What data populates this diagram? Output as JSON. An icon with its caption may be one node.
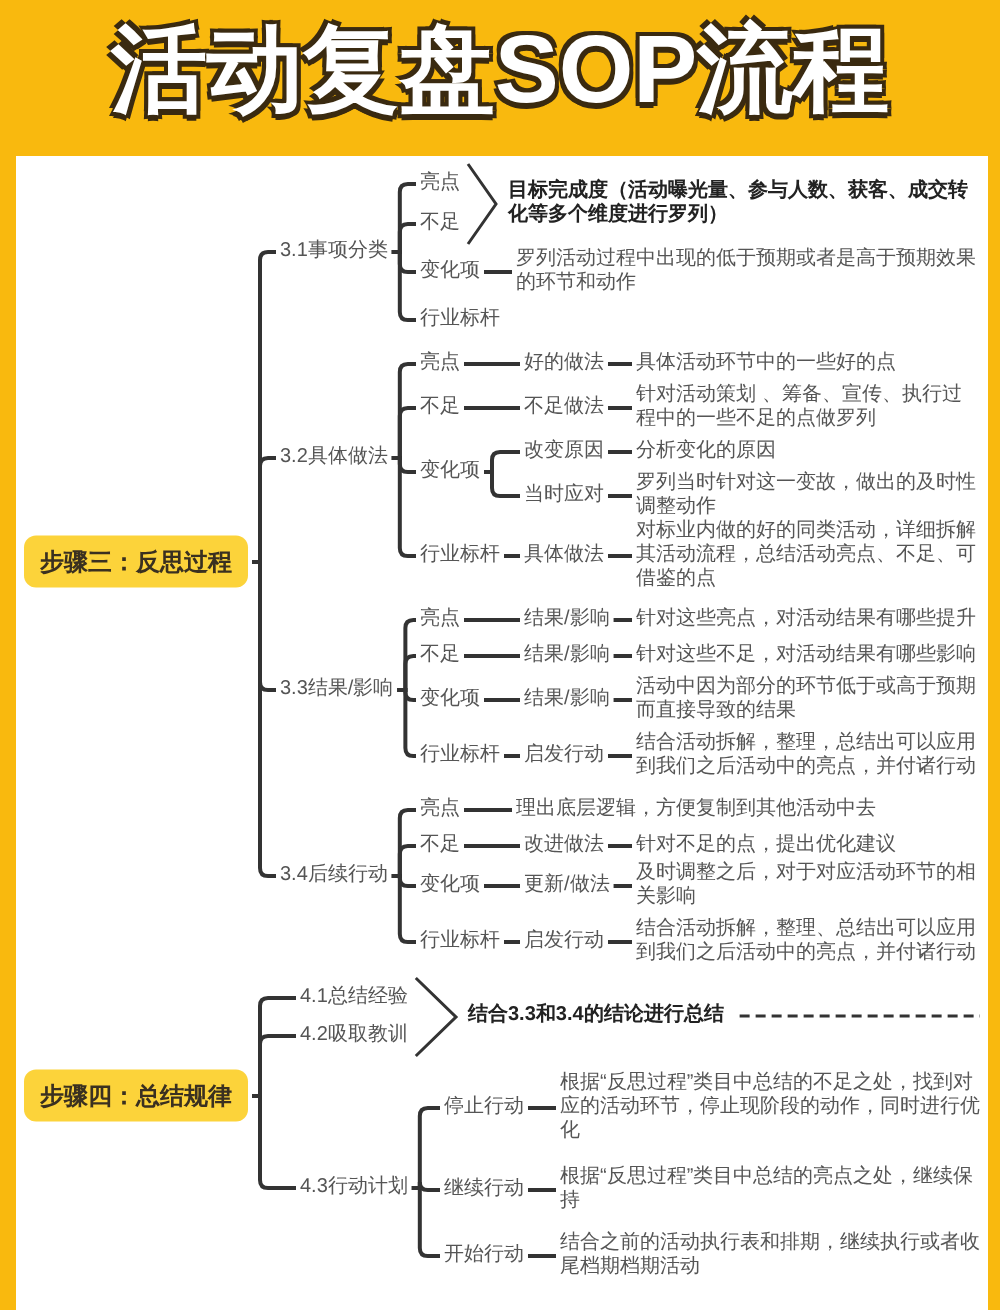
{
  "diagram": {
    "title": "活动复盘SOP流程",
    "nodes": [
      {
        "text": [
          "步骤三：反思过程"
        ]
      },
      {
        "text": [
          "3.1事项分类"
        ]
      },
      {
        "text": [
          "亮点"
        ]
      },
      {
        "text": [
          "不足"
        ]
      },
      {
        "text": [
          "目标完成度（活动曝光量、参与人数、获客、成交转化等多个维度进行罗列）"
        ]
      },
      {
        "text": [
          "变化项"
        ]
      },
      {
        "text": [
          "罗列活动过程中出现的低于预期或者是高于预期效果的环节和动作"
        ]
      },
      {
        "text": [
          "行业标杆"
        ]
      },
      {
        "text": [
          "3.2具体做法"
        ]
      },
      {
        "text": [
          "亮点"
        ]
      },
      {
        "text": [
          "好的做法"
        ]
      },
      {
        "text": [
          "具体活动环节中的一些好的点"
        ]
      },
      {
        "text": [
          "不足"
        ]
      },
      {
        "text": [
          "不足做法"
        ]
      },
      {
        "text": [
          "针对活动策划 、筹备、宣传、执行过程中的一些不足的点做罗列"
        ]
      },
      {
        "text": [
          "变化项"
        ]
      },
      {
        "text": [
          "改变原因"
        ]
      },
      {
        "text": [
          "分析变化的原因"
        ]
      },
      {
        "text": [
          "当时应对"
        ]
      },
      {
        "text": [
          "罗列当时针对这一变故，做出的及时性调整动作"
        ]
      },
      {
        "text": [
          "行业标杆"
        ]
      },
      {
        "text": [
          "具体做法"
        ]
      },
      {
        "text": [
          "对标业内做的好的同类活动，详细拆解其活动流程，总结活动亮点、不足、可借鉴的点"
        ]
      },
      {
        "text": [
          "3.3结果/影响"
        ]
      },
      {
        "text": [
          "亮点"
        ]
      },
      {
        "text": [
          "结果/影响"
        ]
      },
      {
        "text": [
          "针对这些亮点，对活动结果有哪些提升"
        ]
      },
      {
        "text": [
          "不足"
        ]
      },
      {
        "text": [
          "结果/影响"
        ]
      },
      {
        "text": [
          "针对这些不足，对活动结果有哪些影响"
        ]
      },
      {
        "text": [
          "变化项"
        ]
      },
      {
        "text": [
          "结果/影响"
        ]
      },
      {
        "text": [
          "活动中因为部分的环节低于或高于预期而直接导致的结果"
        ]
      },
      {
        "text": [
          "行业标杆"
        ]
      },
      {
        "text": [
          "启发行动"
        ]
      },
      {
        "text": [
          "结合活动拆解，整理，总结出可以应用到我们之后活动中的亮点，并付诸行动"
        ]
      },
      {
        "text": [
          "3.4后续行动"
        ]
      },
      {
        "text": [
          "亮点"
        ]
      },
      {
        "text": [
          "理出底层逻辑，方便复制到其他活动中去"
        ]
      },
      {
        "text": [
          "不足"
        ]
      },
      {
        "text": [
          "改进做法"
        ]
      },
      {
        "text": [
          "针对不足的点，提出优化建议"
        ]
      },
      {
        "text": [
          "变化项"
        ]
      },
      {
        "text": [
          "更新/做法"
        ]
      },
      {
        "text": [
          "及时调整之后，对于对应活动环节的相关影响"
        ]
      },
      {
        "text": [
          "行业标杆"
        ]
      },
      {
        "text": [
          "启发行动"
        ]
      },
      {
        "text": [
          "结合活动拆解，整理、总结出可以应用到我们之后活动中的亮点，并付诸行动"
        ]
      },
      {
        "text": [
          "步骤四：总结规律"
        ]
      },
      {
        "text": [
          "4.1总结经验"
        ]
      },
      {
        "text": [
          "4.2吸取教训"
        ]
      },
      {
        "text": [
          "结合3.3和3.4的结论进行总结"
        ]
      },
      {
        "text": [
          "4.3行动计划"
        ]
      },
      {
        "text": [
          "停止行动"
        ]
      },
      {
        "text": [
          "根据“反思过程”类目中总结的不足之处，找到对应的活动环节，停止现阶段的动作，同时进行优化"
        ]
      },
      {
        "text": [
          "继续行动"
        ]
      },
      {
        "text": [
          "根据“反思过程”类目中总结的亮点之处，继续保持"
        ]
      },
      {
        "text": [
          "开始行动"
        ]
      },
      {
        "text": [
          "结合之前的活动执行表和排期，继续执行或者收尾档期档期活动"
        ]
      }
    ],
    "edges": [
      {
        "from": 0,
        "to": 1,
        "arrow": "none"
      },
      {
        "from": 0,
        "to": 8,
        "arrow": "none"
      },
      {
        "from": 0,
        "to": 23,
        "arrow": "none"
      },
      {
        "from": 0,
        "to": 36,
        "arrow": "none"
      },
      {
        "from": 1,
        "to": 2,
        "arrow": "none"
      },
      {
        "from": 1,
        "to": 3,
        "arrow": "none"
      },
      {
        "from": 1,
        "to": 5,
        "arrow": "none"
      },
      {
        "from": 1,
        "to": 7,
        "arrow": "none"
      },
      {
        "from": 5,
        "to": 6,
        "arrow": "none"
      },
      {
        "from": 8,
        "to": 9,
        "arrow": "none"
      },
      {
        "from": 9,
        "to": 10,
        "arrow": "none"
      },
      {
        "from": 10,
        "to": 11,
        "arrow": "none"
      },
      {
        "from": 8,
        "to": 12,
        "arrow": "none"
      },
      {
        "from": 12,
        "to": 13,
        "arrow": "none"
      },
      {
        "from": 13,
        "to": 14,
        "arrow": "none"
      },
      {
        "from": 8,
        "to": 15,
        "arrow": "none"
      },
      {
        "from": 15,
        "to": 16,
        "arrow": "none"
      },
      {
        "from": 16,
        "to": 17,
        "arrow": "none"
      },
      {
        "from": 15,
        "to": 18,
        "arrow": "none"
      },
      {
        "from": 18,
        "to": 19,
        "arrow": "none"
      },
      {
        "from": 8,
        "to": 20,
        "arrow": "none"
      },
      {
        "from": 20,
        "to": 21,
        "arrow": "none"
      },
      {
        "from": 21,
        "to": 22,
        "arrow": "none"
      },
      {
        "from": 23,
        "to": 24,
        "arrow": "none"
      },
      {
        "from": 24,
        "to": 25,
        "arrow": "none"
      },
      {
        "from": 25,
        "to": 26,
        "arrow": "none"
      },
      {
        "from": 23,
        "to": 27,
        "arrow": "none"
      },
      {
        "from": 27,
        "to": 28,
        "arrow": "none"
      },
      {
        "from": 28,
        "to": 29,
        "arrow": "none"
      },
      {
        "from": 23,
        "to": 30,
        "arrow": "none"
      },
      {
        "from": 30,
        "to": 31,
        "arrow": "none"
      },
      {
        "from": 31,
        "to": 32,
        "arrow": "none"
      },
      {
        "from": 23,
        "to": 33,
        "arrow": "none"
      },
      {
        "from": 33,
        "to": 34,
        "arrow": "none"
      },
      {
        "from": 34,
        "to": 35,
        "arrow": "none"
      },
      {
        "from": 36,
        "to": 37,
        "arrow": "none"
      },
      {
        "from": 37,
        "to": 38,
        "arrow": "none"
      },
      {
        "from": 36,
        "to": 39,
        "arrow": "none"
      },
      {
        "from": 39,
        "to": 40,
        "arrow": "none"
      },
      {
        "from": 40,
        "to": 41,
        "arrow": "none"
      },
      {
        "from": 36,
        "to": 42,
        "arrow": "none"
      },
      {
        "from": 42,
        "to": 43,
        "arrow": "none"
      },
      {
        "from": 43,
        "to": 44,
        "arrow": "none"
      },
      {
        "from": 36,
        "to": 45,
        "arrow": "none"
      },
      {
        "from": 45,
        "to": 46,
        "arrow": "none"
      },
      {
        "from": 46,
        "to": 47,
        "arrow": "none"
      },
      {
        "from": 48,
        "to": 49,
        "arrow": "none"
      },
      {
        "from": 48,
        "to": 50,
        "arrow": "none"
      },
      {
        "from": 48,
        "to": 52,
        "arrow": "none"
      },
      {
        "from": 52,
        "to": 53,
        "arrow": "none"
      },
      {
        "from": 53,
        "to": 54,
        "arrow": "none"
      },
      {
        "from": 52,
        "to": 55,
        "arrow": "none"
      },
      {
        "from": 55,
        "to": 56,
        "arrow": "none"
      },
      {
        "from": 52,
        "to": 57,
        "arrow": "none"
      },
      {
        "from": 57,
        "to": 58,
        "arrow": "none"
      }
    ]
  }
}
